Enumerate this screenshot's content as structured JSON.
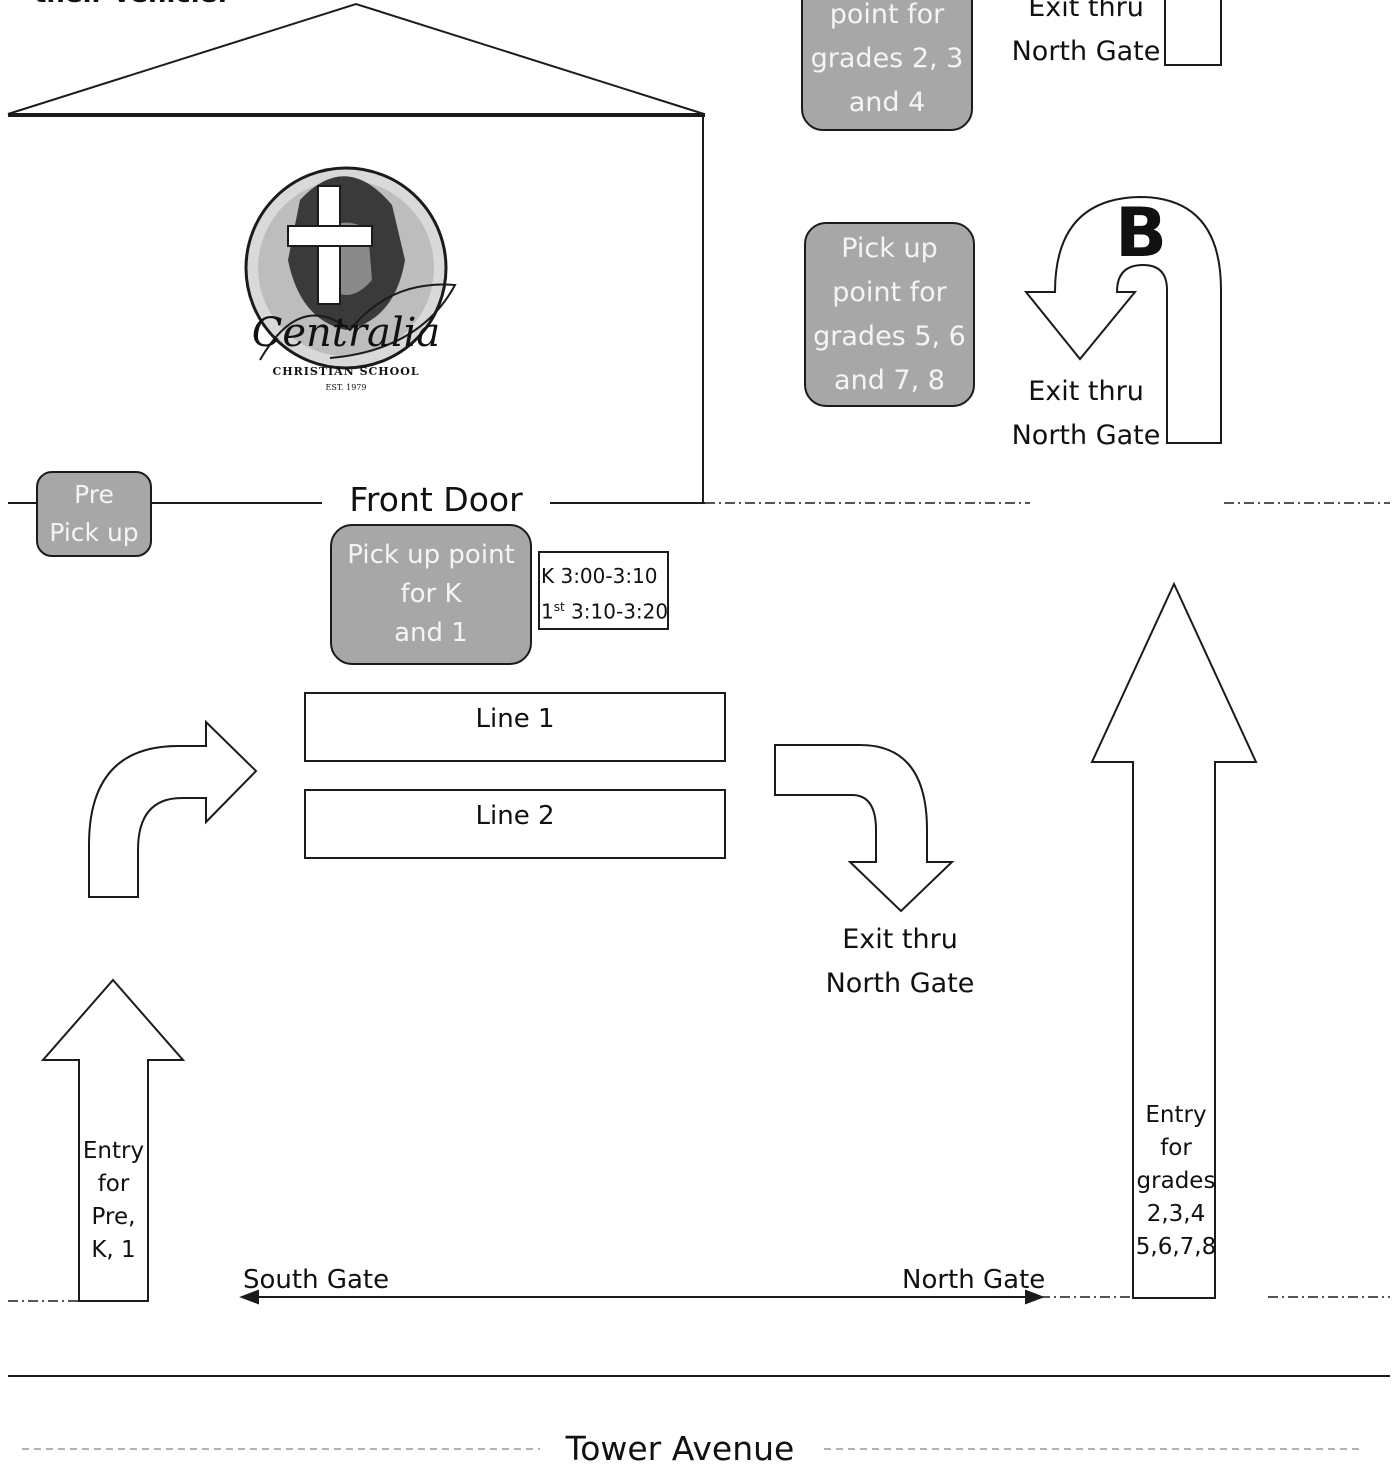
{
  "top_note": "their vehicle.",
  "front_door": "Front Door",
  "pickups": {
    "pre": [
      "Pre",
      "Pick up"
    ],
    "k1": [
      "Pick up point",
      "for K",
      "and 1"
    ],
    "g234": [
      "point for",
      "grades 2, 3",
      "and 4"
    ],
    "g5678": [
      "Pick up",
      "point for",
      "grades 5, 6",
      "and 7, 8"
    ]
  },
  "times": {
    "k": "K 3:00-3:10",
    "first_num": "1",
    "first_sup": "st",
    "first_time": " 3:10-3:20"
  },
  "lines": {
    "line1": "Line 1",
    "line2": "Line 2"
  },
  "exits": {
    "top": [
      "Exit thru",
      "North Gate"
    ],
    "b": [
      "Exit thru",
      "North Gate"
    ],
    "middle": [
      "Exit thru",
      "North Gate"
    ]
  },
  "b_marker": "B",
  "entries": {
    "left": [
      "Entry",
      "for",
      "Pre,",
      "K, 1"
    ],
    "right": [
      "Entry",
      "for",
      "grades",
      "2,3,4",
      "5,6,7,8"
    ]
  },
  "gates": {
    "south": "South Gate",
    "north": "North Gate"
  },
  "street": "Tower Avenue",
  "logo": {
    "name": "Centralia",
    "school": "CHRISTIAN SCHOOL",
    "est": "EST. 1979"
  },
  "colors": {
    "pickup_fill": "#a7a7a7",
    "pickup_text": "#f4f4f4",
    "line": "#1b1b1b"
  }
}
